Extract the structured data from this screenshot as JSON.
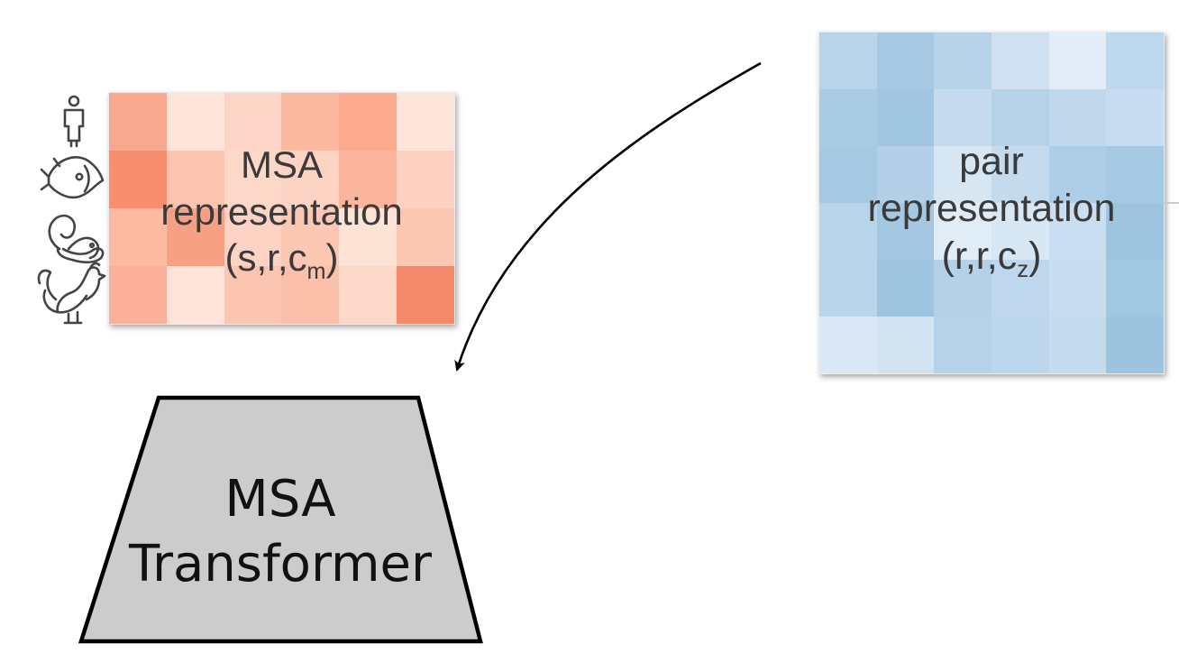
{
  "msa_representation": {
    "title_line1": "MSA",
    "title_line2": "representation",
    "shape_prefix": "(s,r,c",
    "shape_subscript": "m",
    "shape_suffix": ")",
    "colors": [
      "#f9a890",
      "#fde3d8",
      "#fdd5c6",
      "#fbb9a2",
      "#fba98f",
      "#fde4d8",
      "#f68e6f",
      "#fcc4af",
      "#fdd7c8",
      "#fdd3c4",
      "#fbb59c",
      "#fcd1bf",
      "#fcbaa3",
      "#f8a083",
      "#fdd3c4",
      "#fcc8b4",
      "#fde2d6",
      "#fbc6b2",
      "#fab09a",
      "#fde3d8",
      "#fcc5b1",
      "#fbc0aa",
      "#fcd8c9",
      "#f48a6a"
    ]
  },
  "pair_representation": {
    "title_line1": "pair",
    "title_line2": "representation",
    "shape_prefix": "(r,r,c",
    "shape_subscript": "z",
    "shape_suffix": ")",
    "colors": [
      "#b8d4ea",
      "#a7c9e3",
      "#b7d3ea",
      "#cfe1f1",
      "#e2edf7",
      "#bdd7ec",
      "#a9cbe4",
      "#a1c6e1",
      "#c6dcee",
      "#b6d2e9",
      "#bfd8ec",
      "#c7ddef",
      "#a6c9e3",
      "#b3d0e8",
      "#d6e6f3",
      "#c4dbee",
      "#aecde6",
      "#a6c9e3",
      "#b8d4ea",
      "#a4c8e2",
      "#e0ecf6",
      "#d8e7f4",
      "#c9def0",
      "#9fc4e0",
      "#bad5ea",
      "#9ec4e0",
      "#b4d1e8",
      "#bed7ec",
      "#c8ddef",
      "#a2c7e1",
      "#d9e8f4",
      "#d2e3f2",
      "#b6d2e9",
      "#bcd6eb",
      "#c5dbee",
      "#9dc3df"
    ]
  },
  "msa_transformer": {
    "line1": "MSA",
    "line2": "Transformer",
    "fill": "#cccccc"
  },
  "icons": [
    "human-icon",
    "fish-icon",
    "squirrel-icon",
    "rooster-icon"
  ]
}
